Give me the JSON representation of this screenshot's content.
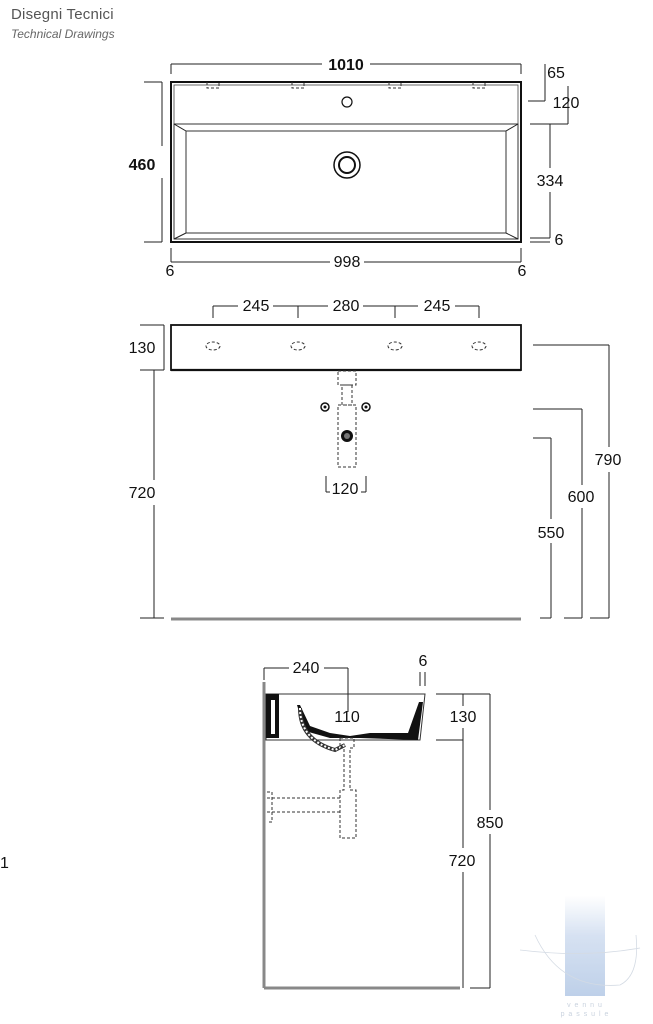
{
  "header": {
    "title": "Disegni Tecnici",
    "subtitle": "Technical Drawings"
  },
  "top_view": {
    "width_total": "1010",
    "depth_total": "460",
    "back_offset": "65",
    "tap_zone": "120",
    "basin_depth": "334",
    "front_rim": "6",
    "left_rim": "6",
    "inner_width": "998",
    "right_rim": "6"
  },
  "front_view": {
    "spacing_left": "245",
    "spacing_mid": "280",
    "spacing_right": "245",
    "basin_height": "130",
    "floor_to_underside": "720",
    "waste_width": "120",
    "top_height": "790",
    "mid_height": "600",
    "low_height": "550"
  },
  "side_view": {
    "depth_top": "240",
    "rim_thickness": "6",
    "waste_offset": "110",
    "basin_height": "130",
    "total_height": "850",
    "floor_to_underside": "720"
  },
  "page_marker": "1",
  "watermark": {
    "text_line1": "v e n n u",
    "text_line2": "p a s s u l e"
  }
}
